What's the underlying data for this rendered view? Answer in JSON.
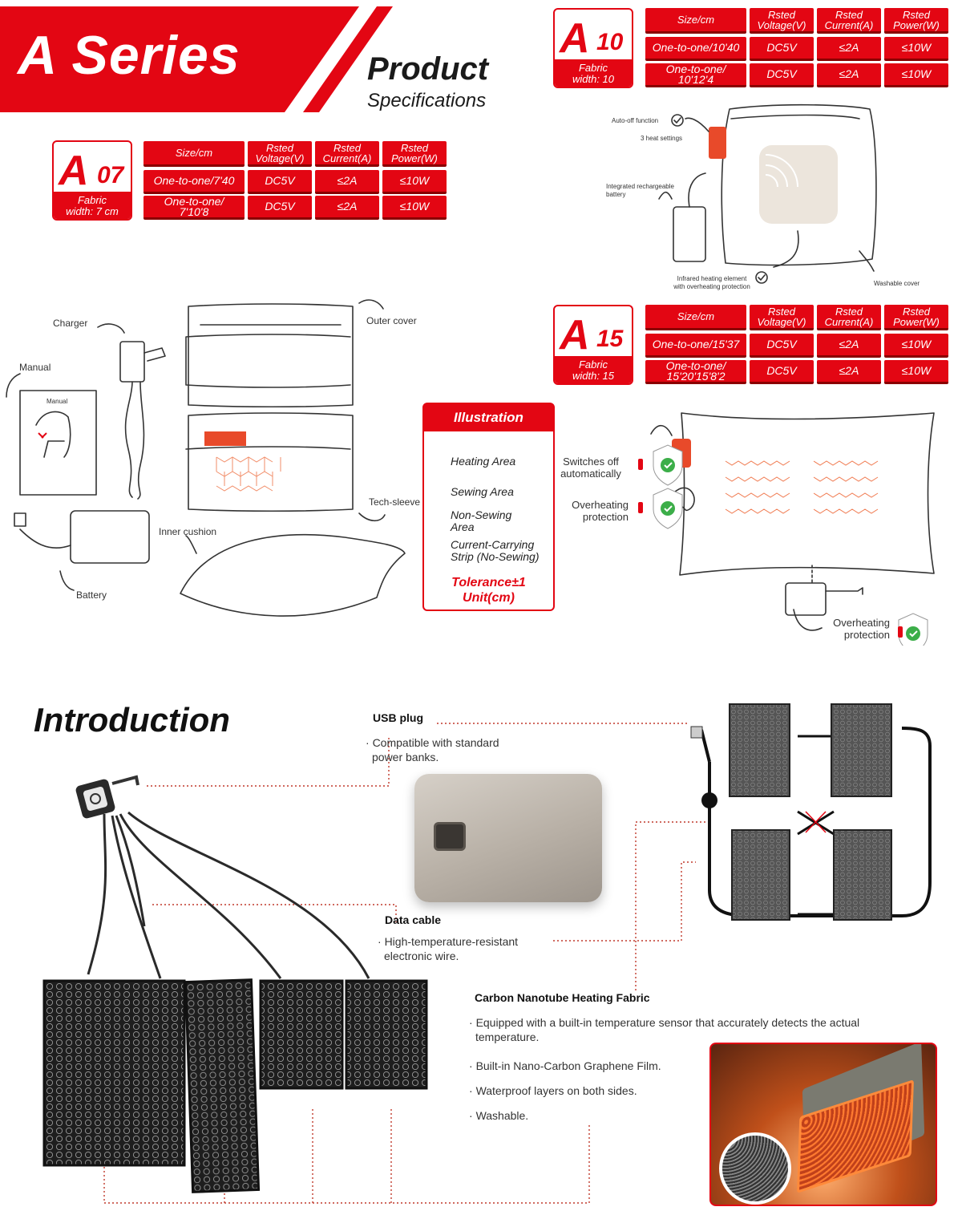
{
  "banner": {
    "title": "A Series",
    "product": "Product",
    "specifications": "Specifications"
  },
  "spec_headers": {
    "size": "Size/cm",
    "voltage": "Rsted Voltage(V)",
    "current": "Rsted Current(A)",
    "power": "Rsted Power(W)"
  },
  "a07": {
    "letter": "A",
    "number": "07",
    "fabric_width": "Fabric width: 7 cm",
    "rows": [
      {
        "size": "One-to-one/7'40",
        "voltage": "DC5V",
        "current": "≤2A",
        "power": "≤10W"
      },
      {
        "size": "One-to-one/ 7'10'8",
        "voltage": "DC5V",
        "current": "≤2A",
        "power": "≤10W"
      }
    ]
  },
  "a10": {
    "letter": "A",
    "number": "10",
    "fabric_width": "Fabric width: 10 cm",
    "rows": [
      {
        "size": "One-to-one/10'40",
        "voltage": "DC5V",
        "current": "≤2A",
        "power": "≤10W"
      },
      {
        "size": "One-to-one/ 10'12'4",
        "voltage": "DC5V",
        "current": "≤2A",
        "power": "≤10W"
      }
    ]
  },
  "a15": {
    "letter": "A",
    "number": "15",
    "fabric_width": "Fabric width: 15 cm",
    "rows": [
      {
        "size": "One-to-one/15'37",
        "voltage": "DC5V",
        "current": "≤2A",
        "power": "≤10W"
      },
      {
        "size": "One-to-one/ 15'20'15'8'2",
        "voltage": "DC5V",
        "current": "≤2A",
        "power": "≤10W"
      }
    ]
  },
  "pillow_a10": {
    "auto_off": "Auto-off function",
    "heat_settings": "3 heat settings",
    "battery": "Integrated rechargeable battery",
    "infrared": "Infrared heating element with overheating protection",
    "washable": "Washable cover"
  },
  "kit": {
    "charger": "Charger",
    "manual": "Manual",
    "manual_cover": "Manual",
    "outer_cover": "Outer cover",
    "tech_sleeve": "Tech-sleeve",
    "inner_cushion": "Inner cushion",
    "battery": "Battery"
  },
  "illustration": {
    "title": "Illustration",
    "items": [
      "Heating Area",
      "Sewing Area",
      "Non-Sewing Area",
      "Current-Carrying Strip (No-Sewing)"
    ],
    "tolerance": "Tolerance±1 Unit(cm)"
  },
  "pillow_a15": {
    "switches_off": "Switches off automatically",
    "overheating1": "Overheating protection",
    "overheating2": "Overheating protection"
  },
  "introduction": {
    "title": "Introduction",
    "usb_title": "USB plug",
    "usb_text": "Compatible with standard power banks.",
    "cable_title": "Data cable",
    "cable_text": "High-temperature-resistant electronic wire.",
    "fabric_title": "Carbon Nanotube Heating Fabric",
    "fabric_points": [
      "Equipped with a built-in temperature sensor that accurately detects the actual temperature.",
      "Built-in Nano-Carbon Graphene Film.",
      "Waterproof layers on both sides.",
      "Washable."
    ]
  },
  "colors": {
    "accent": "#e30613",
    "dark": "#1a1a1a",
    "fabric": "#2a2a2a",
    "orange": "#f06a3a",
    "green": "#3cae49"
  }
}
